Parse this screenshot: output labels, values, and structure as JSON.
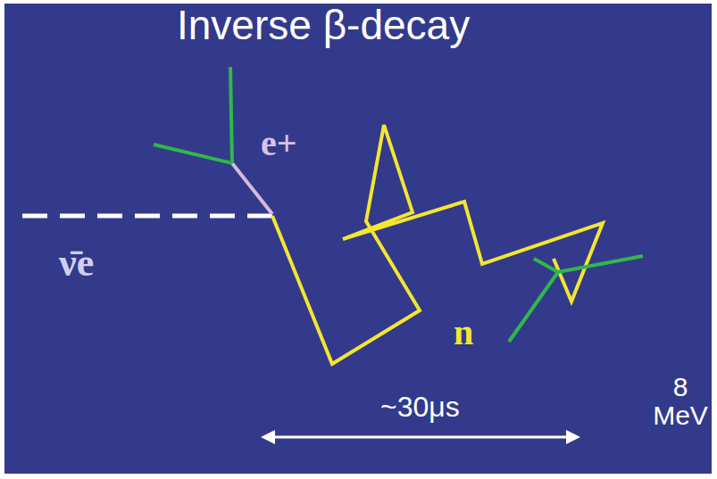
{
  "diagram": {
    "title": "Inverse β-decay",
    "labels": [
      "e+",
      "ν̄e",
      "n",
      "~30μs",
      "8 MeV"
    ]
  }
}
